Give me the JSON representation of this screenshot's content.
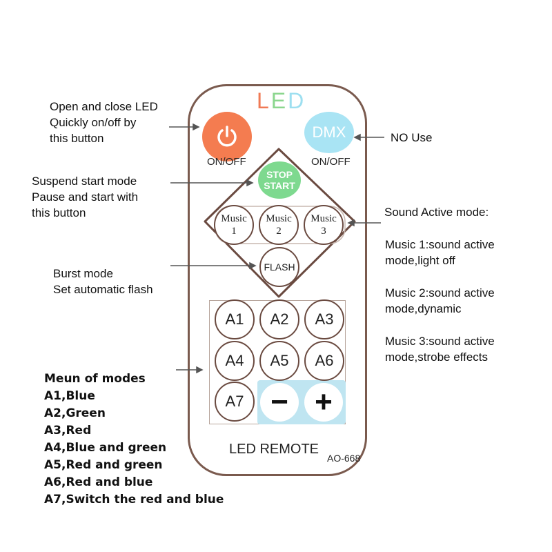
{
  "remote": {
    "brand": [
      "L",
      "E",
      "D"
    ],
    "power_label": "ON/OFF",
    "dmx_text": "DMX",
    "dmx_label": "ON/OFF",
    "stop_line1": "STOP",
    "stop_line2": "START",
    "music": [
      {
        "line1": "Music",
        "line2": "1"
      },
      {
        "line1": "Music",
        "line2": "2"
      },
      {
        "line1": "Music",
        "line2": "3"
      }
    ],
    "flash": "FLASH",
    "modes": [
      "A1",
      "A2",
      "A3",
      "A4",
      "A5",
      "A6",
      "A7"
    ],
    "minus": "−",
    "plus": "+",
    "name": "LED REMOTE",
    "model": "AO-668"
  },
  "annotations": {
    "power": [
      "Open and close LED",
      "Quickly on/off by",
      "this button"
    ],
    "dmx": "NO Use",
    "stop": [
      "Suspend start mode",
      "Pause and start with",
      "this button"
    ],
    "sound_title": "Sound Active mode:",
    "music1": [
      "Music 1:sound active",
      "mode,light off"
    ],
    "music2": [
      "Music 2:sound active",
      "mode,dynamic"
    ],
    "music3": [
      "Music 3:sound active",
      "mode,strobe effects"
    ],
    "flash": [
      "Burst mode",
      "Set automatic flash"
    ],
    "modes_title": "Meun of modes",
    "modes_list": [
      "A1,Blue",
      "A2,Green",
      "A3,Red",
      "A4,Blue and green",
      "A5,Red and green",
      "A6,Red and blue",
      "A7,Switch the red and blue"
    ]
  },
  "colors": {
    "body_border": "#7a5a4e",
    "power": "#f47c50",
    "dmx": "#a9e4f4",
    "stop": "#7ed98f",
    "plus_minus_bg": "#bfe5f1"
  }
}
